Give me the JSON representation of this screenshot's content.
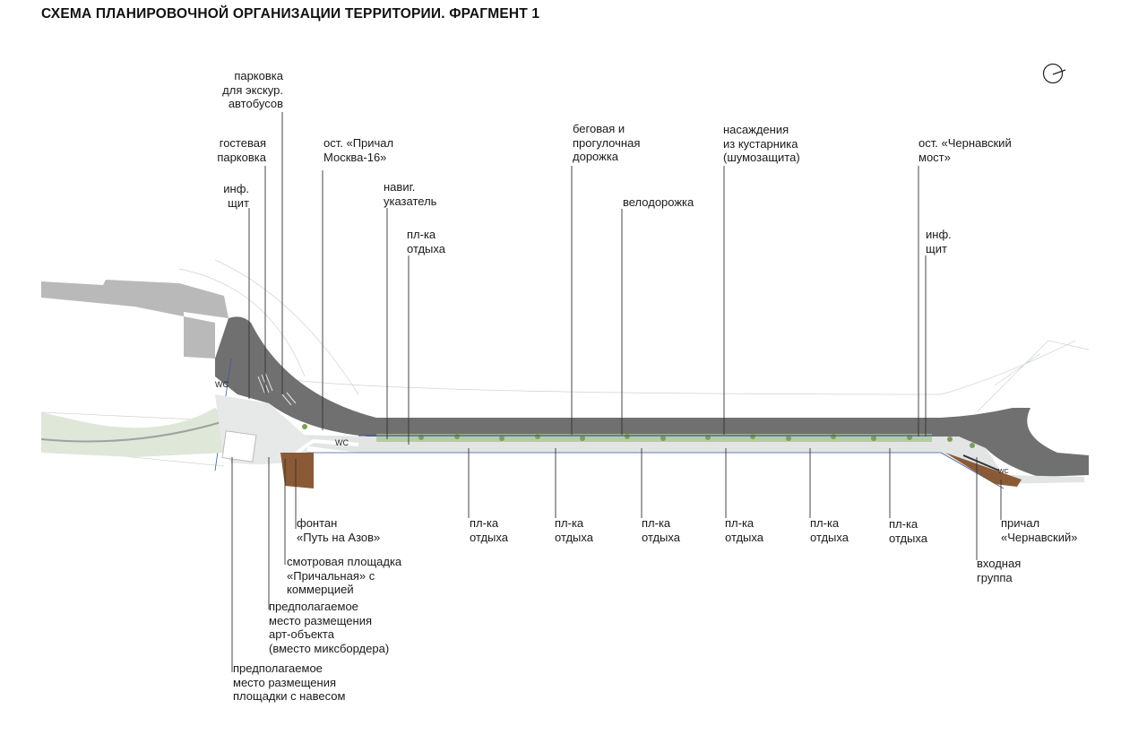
{
  "title": "СХЕМА ПЛАНИРОВОЧНОЙ ОРГАНИЗАЦИИ ТЕРРИТОРИИ. ФРАГМЕНТ 1",
  "plan_marks": {
    "wc": "WC"
  },
  "labels_top": [
    {
      "id": "bus-parking",
      "text": "парковка\nдля экскур.\nавтобусов"
    },
    {
      "id": "guest-parking",
      "text": "гостевая\nпарковка"
    },
    {
      "id": "info-board-left",
      "text": "инф.\nщит"
    },
    {
      "id": "stop-prichal",
      "text": "ост. «Причал\nМосква-16»"
    },
    {
      "id": "nav-sign",
      "text": "навиг.\nуказатель"
    },
    {
      "id": "rest-area-top",
      "text": "пл-ка\nотдыха"
    },
    {
      "id": "running-path",
      "text": "беговая и\nпрогулочная\nдорожка"
    },
    {
      "id": "bike-path",
      "text": "велодорожка"
    },
    {
      "id": "shrubs",
      "text": "насаждения\nиз кустарника\n(шумозащита)"
    },
    {
      "id": "stop-chernavsky",
      "text": "ост. «Чернавский\nмост»"
    },
    {
      "id": "info-board-right",
      "text": "инф.\nщит"
    }
  ],
  "labels_bottom": [
    {
      "id": "fountain",
      "text": "фонтан\n«Путь на Азов»"
    },
    {
      "id": "viewpoint",
      "text": "смотровая площадка\n«Причальная» с\nкоммерцией"
    },
    {
      "id": "art-object",
      "text": "предполагаемое\nместо размещения\nарт-объекта\n(вместо миксбордера)"
    },
    {
      "id": "canopy",
      "text": "предполагаемое\nместо размещения\nплощадки с навесом"
    },
    {
      "id": "rest-1",
      "text": "пл-ка\nотдыха"
    },
    {
      "id": "rest-2",
      "text": "пл-ка\nотдыха"
    },
    {
      "id": "rest-3",
      "text": "пл-ка\nотдыха"
    },
    {
      "id": "rest-4",
      "text": "пл-ка\nотдыха"
    },
    {
      "id": "rest-5",
      "text": "пл-ка\nотдыха"
    },
    {
      "id": "rest-6",
      "text": "пл-ка\nотдыха"
    },
    {
      "id": "pier-chernavsky",
      "text": "причал\n«Чернавский»"
    },
    {
      "id": "entrance",
      "text": "входная\nгруппа"
    }
  ],
  "colors": {
    "road": "#6f6f6f",
    "road_light": "#bdbdbd",
    "paving": "#e4e6e6",
    "green": "#8fae6a",
    "water_line": "#2f4f9a",
    "wood": "#8a5a36"
  }
}
